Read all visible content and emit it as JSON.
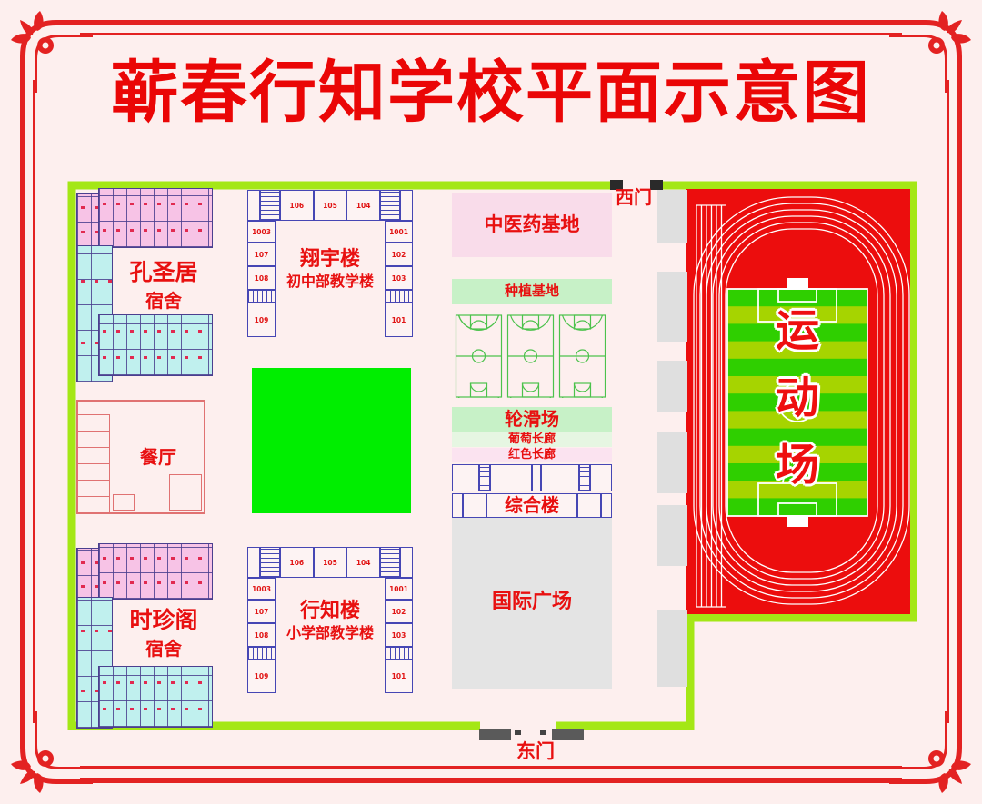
{
  "title": "蕲春行知学校平面示意图",
  "gates": {
    "west": "西门",
    "east": "东门"
  },
  "campus": {
    "kongshengju": {
      "name": "孔圣居",
      "type": "宿舍"
    },
    "shizhenge": {
      "name": "时珍阁",
      "type": "宿舍"
    },
    "xiangyu": {
      "name": "翔宇楼",
      "type": "初中部教学楼",
      "rooms_top": [
        "106",
        "105",
        "104"
      ],
      "rooms_left": [
        "1003",
        "107",
        "108",
        "109"
      ],
      "rooms_right": [
        "1001",
        "102",
        "103",
        "101"
      ]
    },
    "xingzhi": {
      "name": "行知楼",
      "type": "小学部教学楼",
      "rooms_top": [
        "106",
        "105",
        "104"
      ],
      "rooms_left": [
        "1003",
        "107",
        "108",
        "109"
      ],
      "rooms_right": [
        "1001",
        "102",
        "103",
        "101"
      ]
    },
    "canteen": {
      "name": "餐厅"
    },
    "tcm_base": {
      "name": "中医药基地"
    },
    "planting_base": {
      "name": "种植基地"
    },
    "roller_rink": {
      "name": "轮滑场"
    },
    "grape_corridor": {
      "name": "葡萄长廊"
    },
    "red_corridor": {
      "name": "红色长廊"
    },
    "complex_building": {
      "name": "综合楼"
    },
    "intl_plaza": {
      "name": "国际广场"
    },
    "sports_field": {
      "name": "运动场",
      "chars": [
        "运",
        "动",
        "场"
      ]
    }
  },
  "colors": {
    "frame_red": "#e32222",
    "title_red": "#ea0606",
    "boundary_green": "#a4e716",
    "track_red": "#ec0d0d",
    "lawn_green": "#00ee00",
    "label_red": "#e81010"
  }
}
